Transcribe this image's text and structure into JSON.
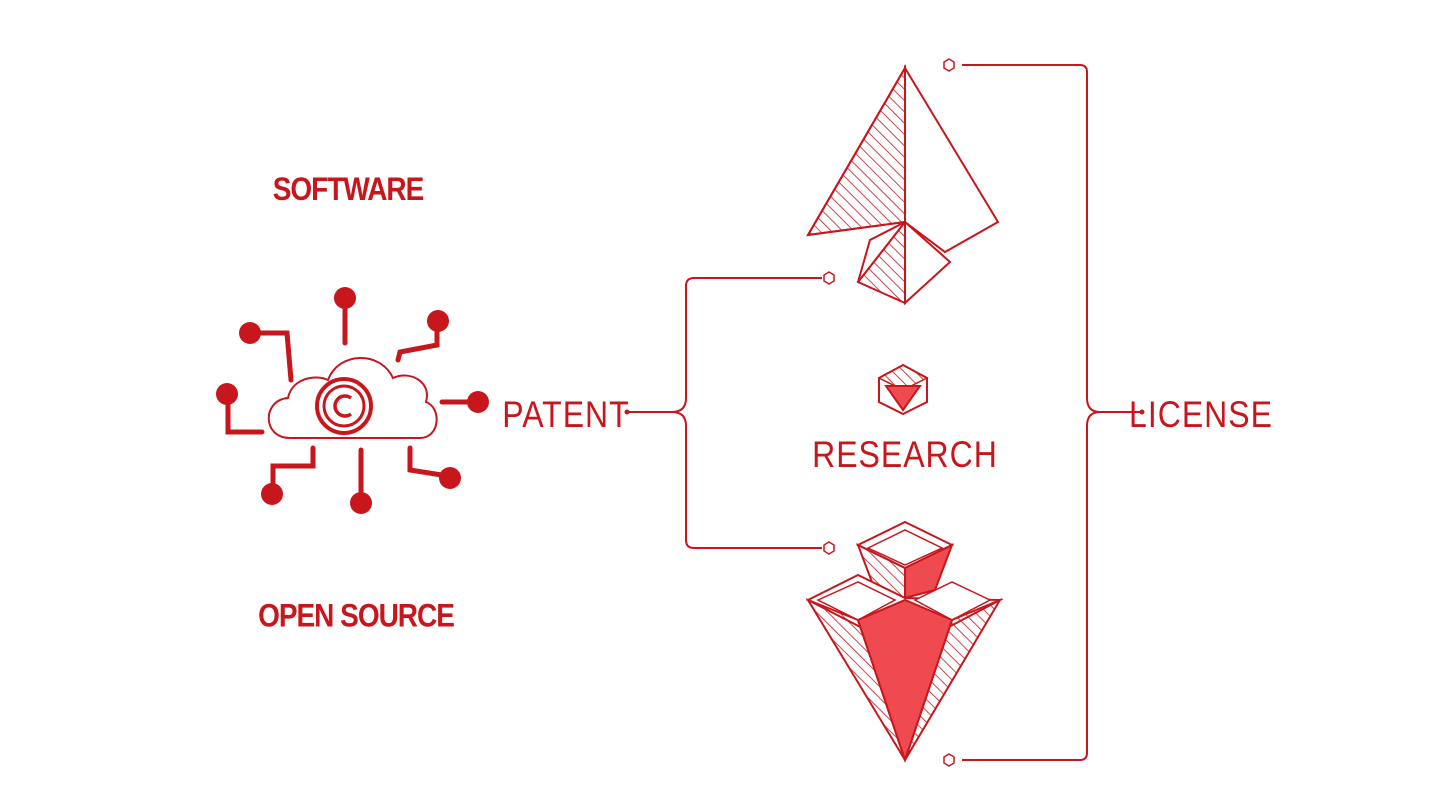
{
  "labels": {
    "software": "SOFTWARE",
    "open_source": "OPEN SOURCE",
    "patent": "PATENT",
    "research": "RESEARCH",
    "license": "LICENSE"
  },
  "colors": {
    "primary": "#c8161d",
    "fill_accent": "#ef4a4f",
    "background": "#ffffff"
  },
  "icons": {
    "cloud": "cloud-copyright-network-icon",
    "pyramid": "pyramid-icon",
    "cube": "cube-icon",
    "diamond": "diamond-icon"
  }
}
